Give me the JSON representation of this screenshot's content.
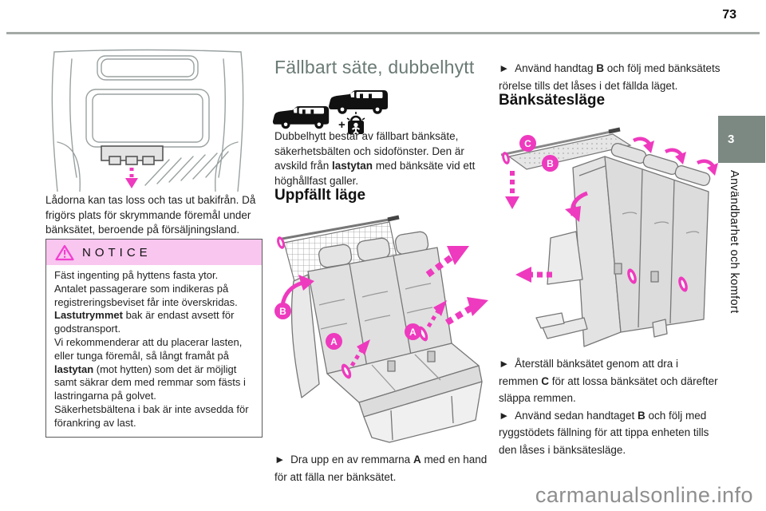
{
  "page": {
    "number": "73",
    "watermark": "carmanualsonline.info"
  },
  "sidebar": {
    "chapter": "3",
    "title": "Användbarhet och komfort",
    "tab_color": "#7c8983"
  },
  "colors": {
    "accent": "#ee3abe",
    "heading": "#6a7a74",
    "notice_header_bg": "#f8c6ef",
    "tab": "#7c8983"
  },
  "left_column": {
    "intro": [
      {
        "t": "Lådorna kan tas loss och tas ut bakifrån. Då frigörs plats för skrymmande föremål under bänksätet, beroende på försäljningsland."
      }
    ],
    "notice": {
      "title": "NOTICE",
      "icon": "warning-triangle-icon",
      "paragraphs": [
        [
          {
            "t": "Fäst ingenting på hyttens fasta ytor."
          }
        ],
        [
          {
            "t": "Antalet passagerare som indikeras på registreringsbeviset får inte överskridas."
          }
        ],
        [
          {
            "t": "Lastutrymmet",
            "b": true
          },
          {
            "t": " bak är endast avsett för godstransport."
          }
        ],
        [
          {
            "t": "Vi rekommenderar att du placerar lasten, eller tunga föremål, så långt framåt på "
          },
          {
            "t": "lastytan",
            "b": true
          },
          {
            "t": " (mot hytten) som det är möjligt samt säkrar dem med remmar som fästs i lastringarna på golvet."
          }
        ],
        [
          {
            "t": "Säkerhetsbältena i bak är inte avsedda för förankring av last."
          }
        ]
      ]
    }
  },
  "middle_column": {
    "title": "Fällbart säte, dubbelhytt",
    "icons": {
      "plus": "+",
      "names": [
        "van-icon",
        "van-icon",
        "child-lock-icon"
      ]
    },
    "intro": [
      {
        "t": "Dubbelhytt består av fällbart bänksäte, säkerhetsbälten och sidofönster. Den är avskild från "
      },
      {
        "t": "lastytan",
        "b": true
      },
      {
        "t": " med bänksäte vid ett höghållfast galler."
      }
    ],
    "subheading": "Uppfällt läge",
    "labels": {
      "a": "A",
      "b": "B"
    },
    "step": [
      {
        "t": "► Dra upp en av remmarna "
      },
      {
        "t": "A",
        "b": true
      },
      {
        "t": " med en hand för att fälla ner bänksätet."
      }
    ]
  },
  "right_column": {
    "step1": [
      {
        "t": "► Använd handtag "
      },
      {
        "t": "B",
        "b": true
      },
      {
        "t": " och följ med bänksätets rörelse tills det låses i det fällda läget."
      }
    ],
    "subheading": "Bänksätesläge",
    "labels": {
      "b": "B",
      "c": "C"
    },
    "step2": [
      {
        "t": "► Återställ bänksätet genom att dra i remmen "
      },
      {
        "t": "C",
        "b": true
      },
      {
        "t": " för att lossa bänksätet och därefter släppa remmen."
      }
    ],
    "step3": [
      {
        "t": "► Använd sedan handtaget "
      },
      {
        "t": "B",
        "b": true
      },
      {
        "t": " och följ med ryggstödets fällning för att tippa enheten tills den låses i bänksätesläge."
      }
    ]
  }
}
